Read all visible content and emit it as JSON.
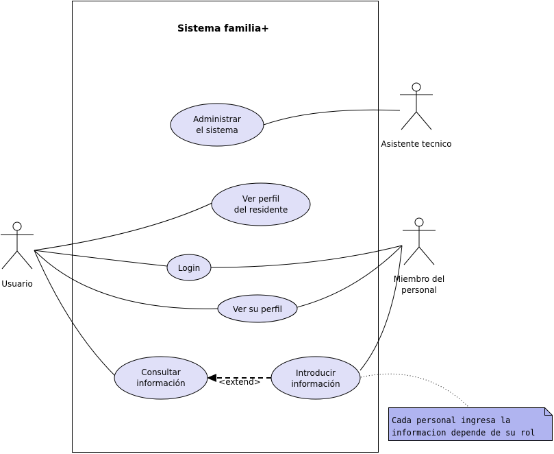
{
  "system": {
    "title": "Sistema familia+"
  },
  "actors": {
    "usuario": "Usuario",
    "asistente": "Asistente tecnico",
    "miembro_line1": "Miembro del",
    "miembro_line2": "personal"
  },
  "use_cases": {
    "administrar_1": "Administrar",
    "administrar_2": "el sistema",
    "ver_perfil_residente_1": "Ver perfil",
    "ver_perfil_residente_2": "del residente",
    "login": "Login",
    "ver_su_perfil": "Ver su perfil",
    "consultar_1": "Consultar",
    "consultar_2": "información",
    "introducir_1": "Introducir",
    "introducir_2": "información"
  },
  "extend_label": "<extend>",
  "note": {
    "line1": "Cada personal ingresa la",
    "line2": "informacion depende de su rol"
  },
  "colors": {
    "usecase_fill": "#e0e0f8",
    "note_fill": "#b0b4f0",
    "stroke": "#000000"
  }
}
